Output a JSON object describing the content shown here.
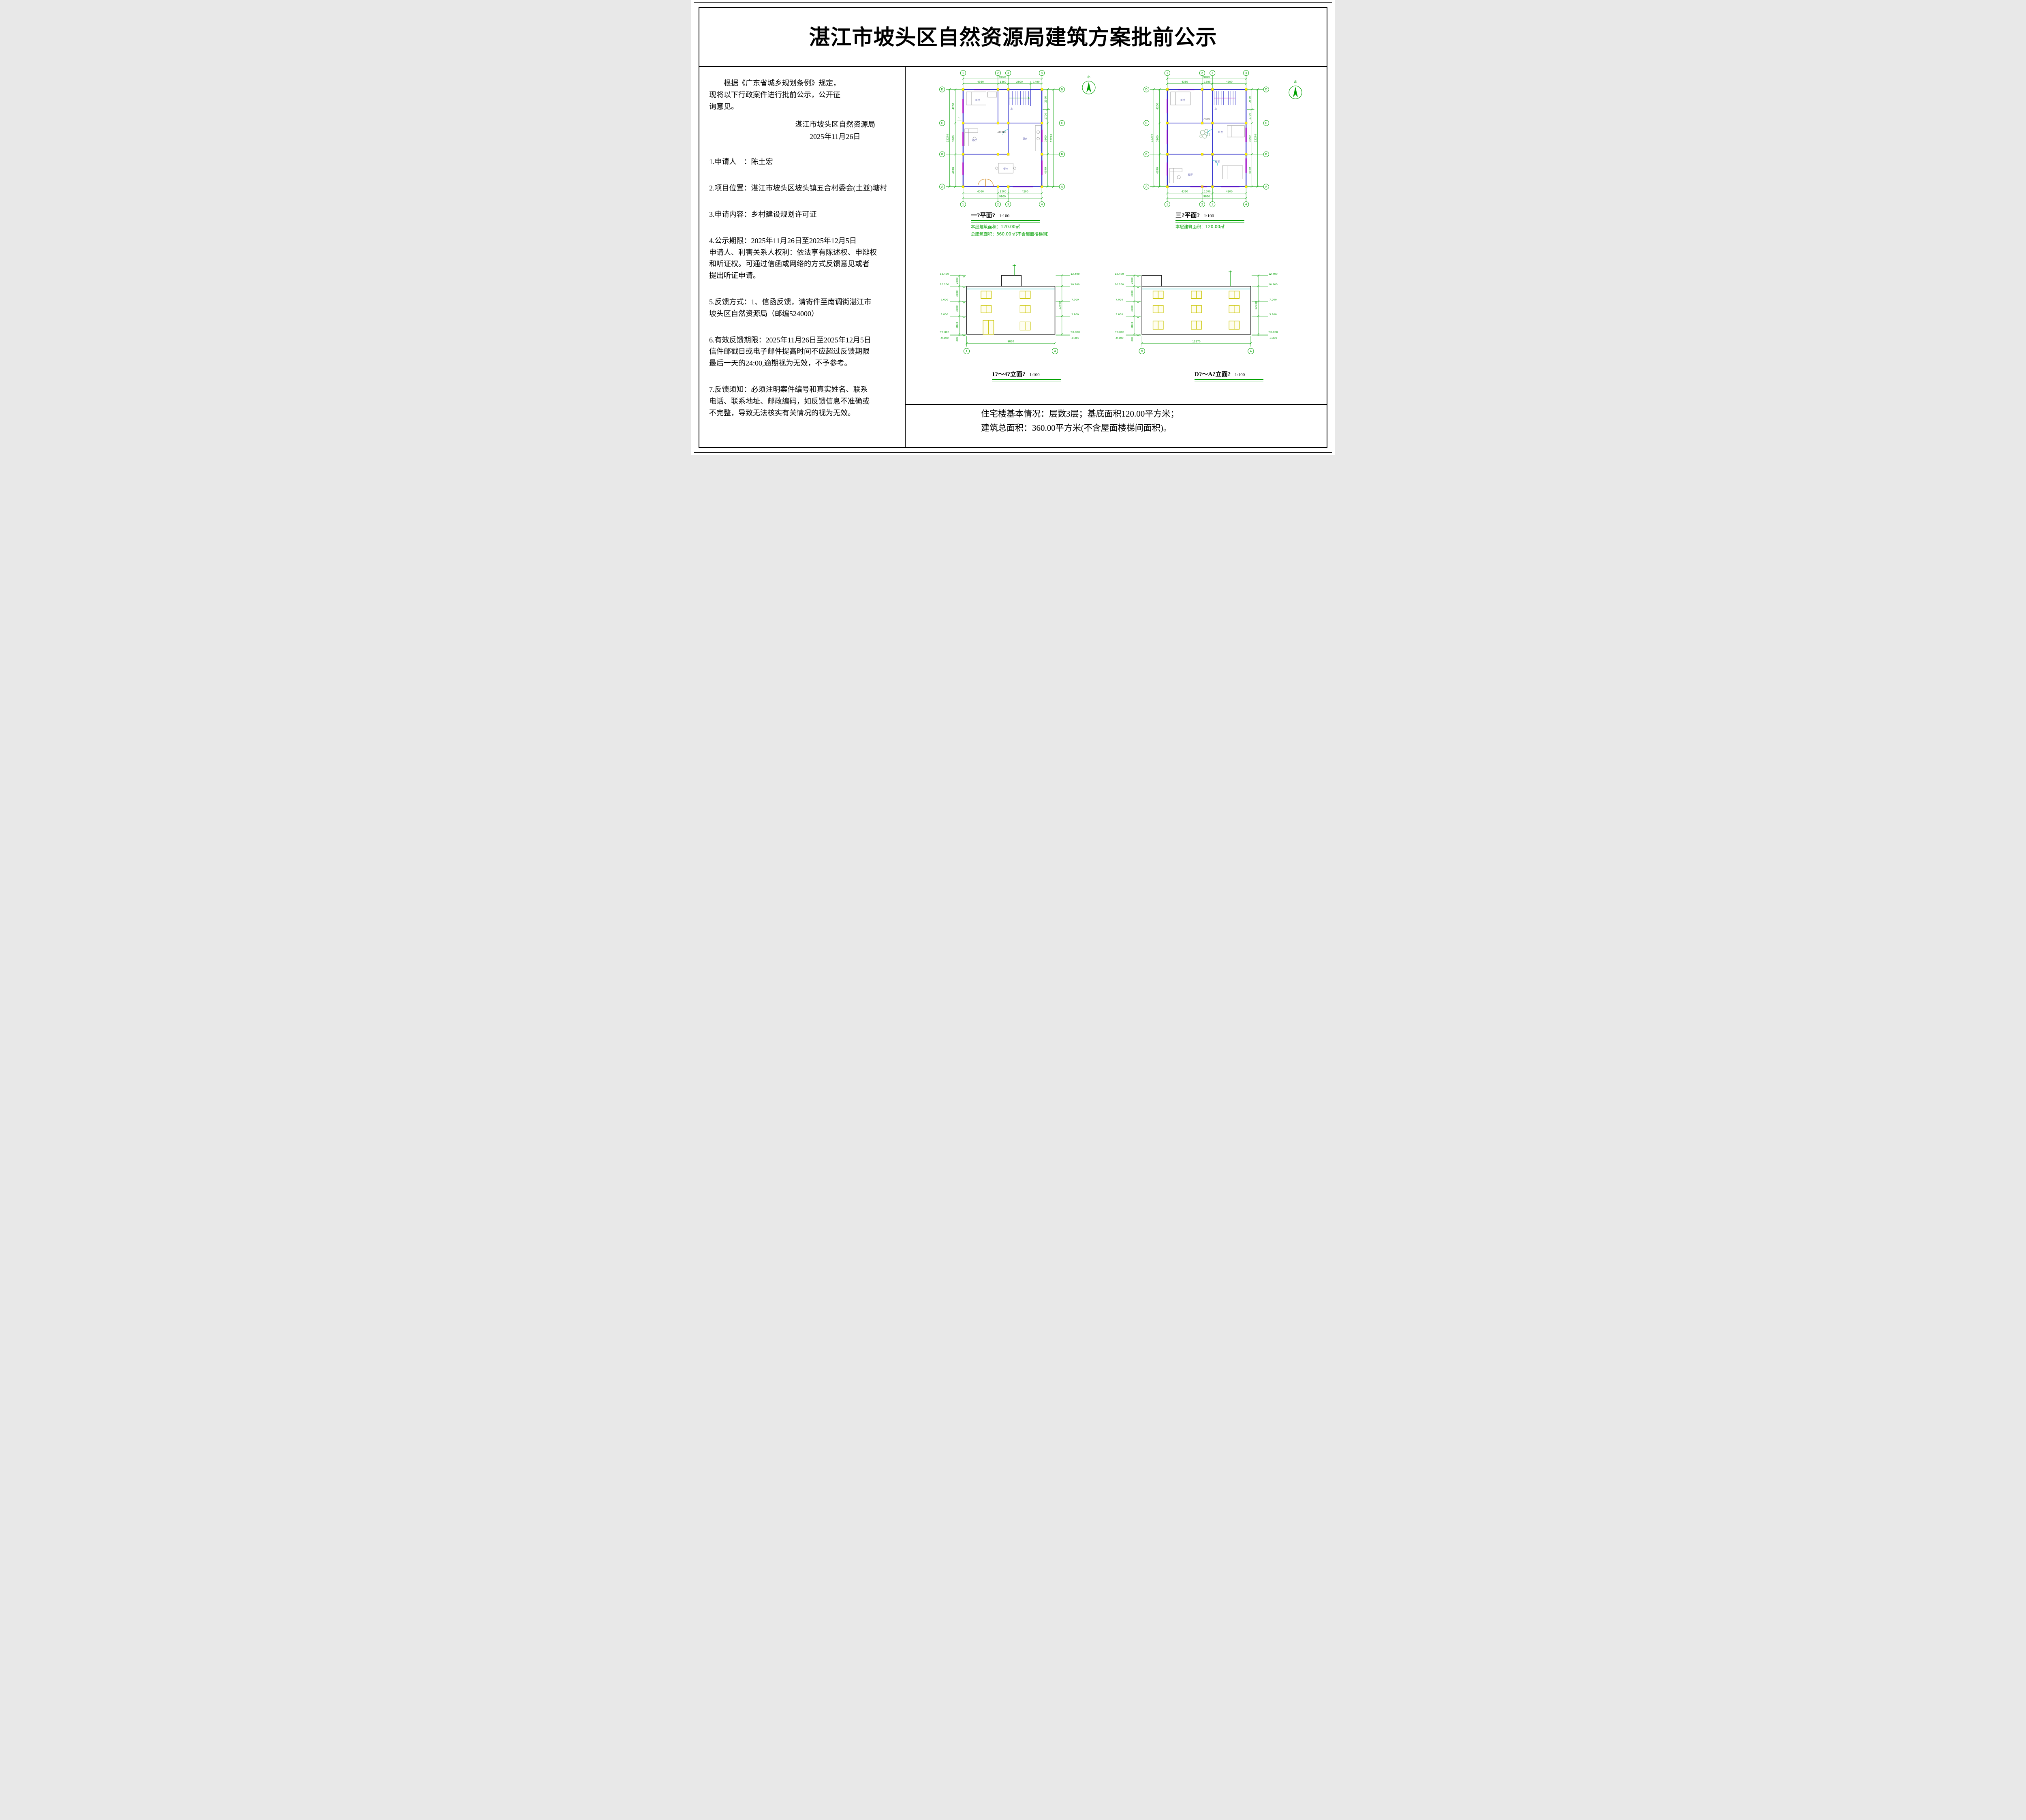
{
  "title": "湛江市坡头区自然资源局建筑方案批前公示",
  "left_panel": {
    "intro": "　　根据《广东省城乡规划条例》规定，\n现将以下行政案件进行批前公示，公开征\n询意见。",
    "agency": "湛江市坡头区自然资源局",
    "date": "2025年11月26日",
    "items": [
      "1.申请人　：陈土宏",
      "2.项目位置：湛江市坡头区坡头镇五合村委会(土並)塘村",
      "3.申请内容：乡村建设规划许可证",
      "4.公示期限：2025年11月26日至2025年12月5日\n申请人、利害关系人权利：依法享有陈述权、申辩权\n和听证权。可通过信函或网络的方式反馈意见或者\n提出听证申请。",
      "5.反馈方式：1、信函反馈，请寄件至南调街湛江市\n坡头区自然资源局（邮编524000）",
      "6.有效反馈期限：2025年11月26日至2025年12月5日\n信件邮戳日或电子邮件提高时间不应超过反馈期限\n最后一天的24:00,逾期视为无效，不予参考。",
      "7.反馈须知：必须注明案件编号和真实姓名、联系\n电话、联系地址、邮政编码，如反馈信息不准确或\n不完整，导致无法核实有关情况的视为无效。"
    ]
  },
  "north": {
    "label": "北"
  },
  "axes": {
    "h": [
      "1",
      "2",
      "3",
      "4"
    ],
    "v": [
      "D",
      "C",
      "B",
      "A"
    ]
  },
  "plan1": {
    "title": "一?平面?",
    "scale": "1:100",
    "note1": "本层建筑面积：120.00㎡",
    "note2": "总建筑面积：360.00㎡(不含屋面楼梯间)",
    "top_overall": "9860",
    "top_segs": [
      "4360",
      "1300",
      "2800",
      "1400"
    ],
    "bottom_segs": [
      "4360",
      "1300",
      "4200"
    ],
    "bottom_overall": "9860",
    "left_segs": [
      "4200",
      "3900",
      "4070"
    ],
    "left_overall": "12270",
    "right_segs": [
      "2500",
      "1700",
      "3900",
      "4070"
    ],
    "right_overall": "12270",
    "rooms": {
      "bedroom": "卧室",
      "living": "客厅",
      "kitchen": "厨房",
      "dining": "餐厅"
    },
    "level": "±0.000",
    "stair_up": "上",
    "section_mark": "1"
  },
  "plan3": {
    "title": "三?平面?",
    "scale": "1:100",
    "note1": "本层建筑面积：120.00㎡",
    "top_overall": "9860",
    "top_segs": [
      "4360",
      "1300",
      "4200"
    ],
    "bottom_segs": [
      "4360",
      "1300",
      "4200"
    ],
    "bottom_overall": "9860",
    "left_segs": [
      "4200",
      "3900",
      "4070"
    ],
    "left_overall": "12270",
    "right_segs": [
      "2500",
      "1700",
      "3900",
      "4070"
    ],
    "right_overall": "12270",
    "rooms": {
      "bedroom1": "卧室",
      "bedroom2": "卧室",
      "bedroom3": "卧室",
      "living": "客厅"
    },
    "level": "7.000",
    "stair_up": "上"
  },
  "elev1": {
    "title": "1?～4?立面?",
    "scale": "1:100",
    "levels": [
      "12.400",
      "10.200",
      "7.000",
      "3.800",
      "±0.000",
      "-0.300"
    ],
    "segs": [
      "2200",
      "3200",
      "3200",
      "3800",
      "300"
    ],
    "overall": "12700",
    "bottom_dim": "9860",
    "axis_left": "1",
    "axis_right": "4"
  },
  "elev2": {
    "title": "D?～A?立面?",
    "scale": "1:100",
    "levels": [
      "12.400",
      "10.200",
      "7.000",
      "3.800",
      "±0.000",
      "-0.300"
    ],
    "segs": [
      "2200",
      "3200",
      "3200",
      "3800",
      "300"
    ],
    "overall": "12700",
    "bottom_dim": "12270",
    "axis_left": "D",
    "axis_right": "A"
  },
  "footer": {
    "line1": "住宅楼基本情况：层数3层；基底面积120.00平方米；",
    "line2": "建筑总面积：360.00平方米(不含屋面楼梯间面积)。"
  }
}
